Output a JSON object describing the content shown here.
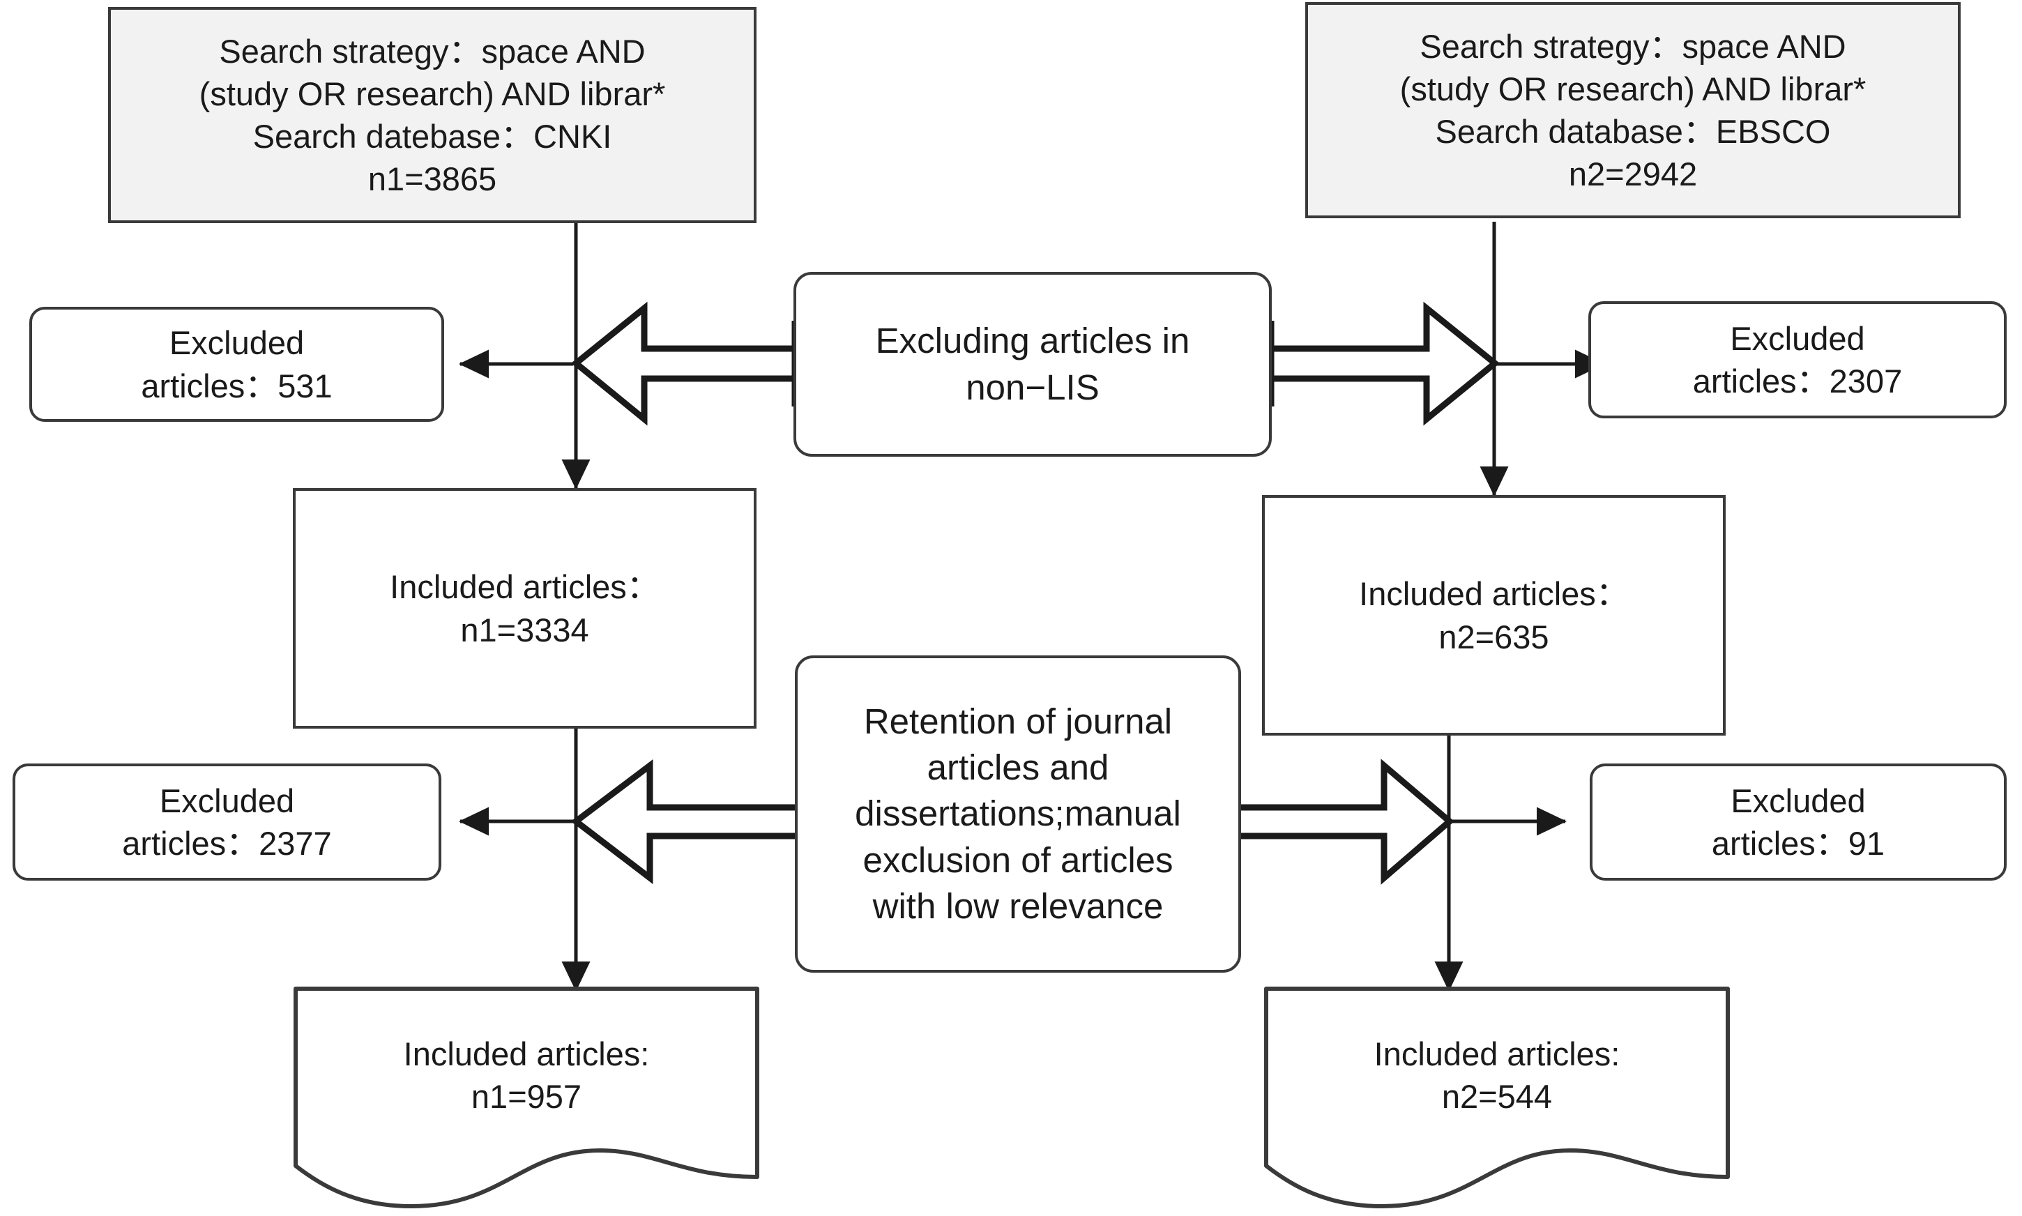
{
  "diagram": {
    "title": "Literature screening flowchart",
    "colors": {
      "stroke": "#3a3a3a",
      "source_fill": "#f2f2f2",
      "node_fill": "#ffffff",
      "text": "#1a1a1a"
    }
  },
  "nodes": {
    "source_left": {
      "label": "Search strategy：space AND\n(study OR research) AND librar*\nSearch datebase：CNKI\nn1=3865",
      "lines": [
        "Search strategy：space AND",
        "(study OR research) AND librar*",
        "Search datebase：CNKI",
        "n1=3865"
      ],
      "database": "CNKI",
      "count_label": "n1=3865",
      "count": 3865
    },
    "source_right": {
      "label": "Search strategy：space AND\n(study OR research) AND librar*\nSearch database：EBSCO\nn2=2942",
      "lines": [
        "Search strategy：space AND",
        "(study OR research) AND librar*",
        "Search database：EBSCO",
        "n2=2942"
      ],
      "database": "EBSCO",
      "count_label": "n2=2942",
      "count": 2942
    },
    "process_top": {
      "label": "Excluding articles in\nnon−LIS",
      "lines": [
        "Excluding articles in",
        "non−LIS"
      ]
    },
    "process_bottom": {
      "label": "Retention of journal\narticles and\ndissertations;manual\nexclusion of articles\nwith low relevance",
      "lines": [
        "Retention of journal",
        "articles and",
        "dissertations;manual",
        "exclusion of articles",
        "with low relevance"
      ]
    },
    "excluded_top_left": {
      "label": "Excluded\narticles：531",
      "lines": [
        "Excluded",
        "articles：531"
      ],
      "count": 531
    },
    "excluded_top_right": {
      "label": "Excluded\narticles：2307",
      "lines": [
        "Excluded",
        "articles：2307"
      ],
      "count": 2307
    },
    "excluded_bottom_left": {
      "label": "Excluded\narticles：2377",
      "lines": [
        "Excluded",
        "articles：2377"
      ],
      "count": 2377
    },
    "excluded_bottom_right": {
      "label": "Excluded\narticles：91",
      "lines": [
        "Excluded",
        "articles：91"
      ],
      "count": 91
    },
    "included_mid_left": {
      "label": "Included articles：\nn1=3334",
      "lines": [
        "Included articles：",
        "n1=3334"
      ],
      "count_label": "n1=3334",
      "count": 3334
    },
    "included_mid_right": {
      "label": "Included articles：\nn2=635",
      "lines": [
        "Included articles：",
        "n2=635"
      ],
      "count_label": "n2=635",
      "count": 635
    },
    "included_final_left": {
      "label": "Included articles:\nn1=957",
      "lines": [
        "Included articles:",
        "n1=957"
      ],
      "count_label": "n1=957",
      "count": 957
    },
    "included_final_right": {
      "label": "Included articles:\nn2=544",
      "lines": [
        "Included articles:",
        "n2=544"
      ],
      "count_label": "n2=544",
      "count": 544
    }
  }
}
